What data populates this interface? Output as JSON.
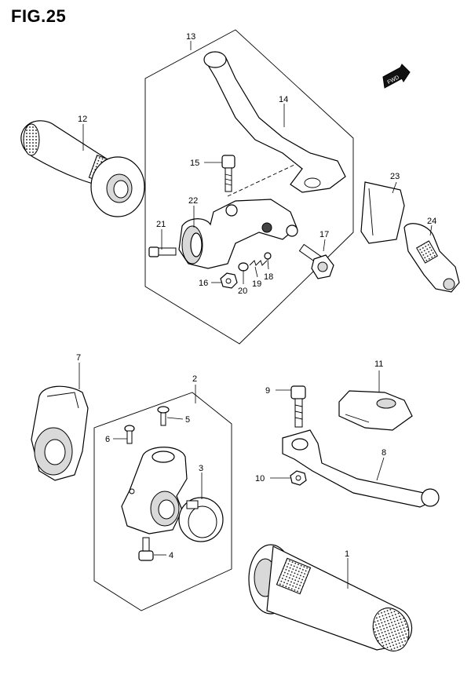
{
  "figure": {
    "title": "FIG.25"
  },
  "fwd_badge": "FWD",
  "callouts": [
    "1",
    "2",
    "3",
    "4",
    "5",
    "6",
    "7",
    "8",
    "9",
    "10",
    "11",
    "12",
    "13",
    "14",
    "15",
    "16",
    "17",
    "18",
    "19",
    "20",
    "21",
    "22",
    "23",
    "24"
  ]
}
